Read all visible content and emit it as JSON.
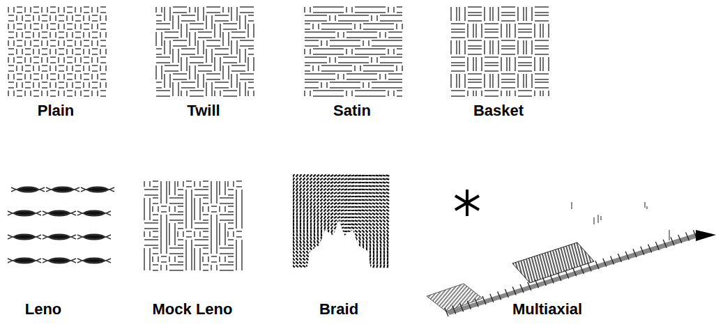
{
  "diagram": {
    "labels": [
      "Plain",
      "Twill",
      "Satin",
      "Basket",
      "Leno",
      "Mock Leno",
      "Braid",
      "Multiaxial"
    ]
  }
}
